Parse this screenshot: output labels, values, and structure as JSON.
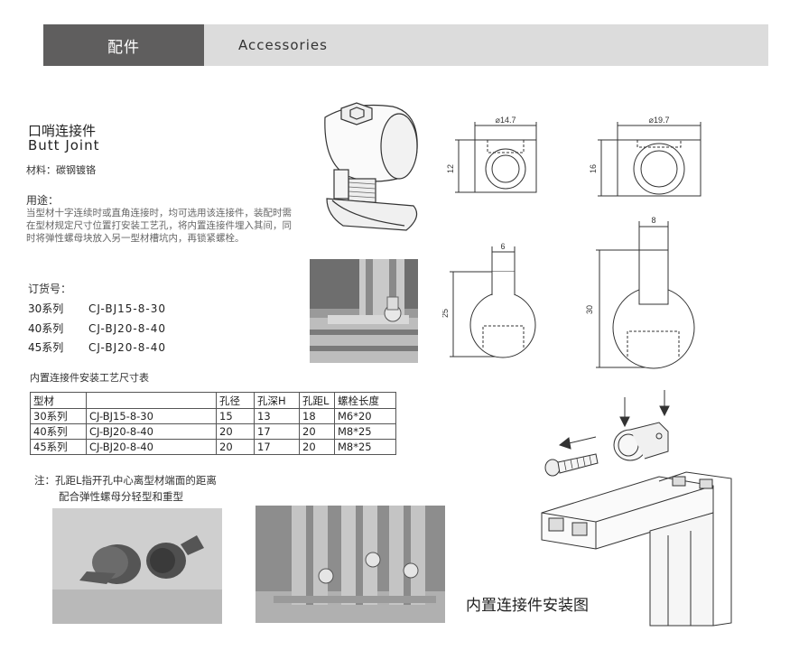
{
  "header": {
    "tab_cn": "配件",
    "title_en": "Accessories"
  },
  "product": {
    "name_cn": "口哨连接件",
    "name_en": "Butt Joint",
    "material": "材料：碳钢镀铬",
    "usage_heading": "用途：",
    "usage_text": "当型材十字连续时或直角连接时，均可选用该连接件，装配时需在型材规定尺寸位置打安装工艺孔，将内置连接件埋入其间，同时将弹性螺母块放入另一型材槽坑内，再锁紧螺栓。"
  },
  "order": {
    "heading": "订货号：",
    "rows": [
      {
        "series": "30系列",
        "code": "CJ-BJ15-8-30"
      },
      {
        "series": "40系列",
        "code": "CJ-BJ20-8-40"
      },
      {
        "series": "45系列",
        "code": "CJ-BJ20-8-40"
      }
    ]
  },
  "table": {
    "caption": "内置连接件安装工艺尺寸表",
    "headers": [
      "型材",
      "",
      "孔径",
      "孔深H",
      "孔距L",
      "螺栓长度"
    ],
    "rows": [
      [
        "30系列",
        "CJ-BJ15-8-30",
        "15",
        "13",
        "18",
        "M6*20"
      ],
      [
        "40系列",
        "CJ-BJ20-8-40",
        "20",
        "17",
        "20",
        "M8*25"
      ],
      [
        "45系列",
        "CJ-BJ20-8-40",
        "20",
        "17",
        "20",
        "M8*25"
      ]
    ]
  },
  "notes": {
    "line1": "注：孔距L指开孔中心离型材端面的距离",
    "line2": "配合弹性螺母分轻型和重型"
  },
  "drawings": {
    "small_top_width": "⌀14.7",
    "small_top_height": "12",
    "large_top_width": "⌀19.7",
    "large_top_height": "16",
    "small_side_width": "6",
    "small_side_height": "25",
    "large_side_width": "8",
    "large_side_height": "30"
  },
  "install_caption": "内置连接件安装图",
  "colors": {
    "header_tab": "#5f5e5e",
    "header_bar": "#dcdcdc"
  }
}
